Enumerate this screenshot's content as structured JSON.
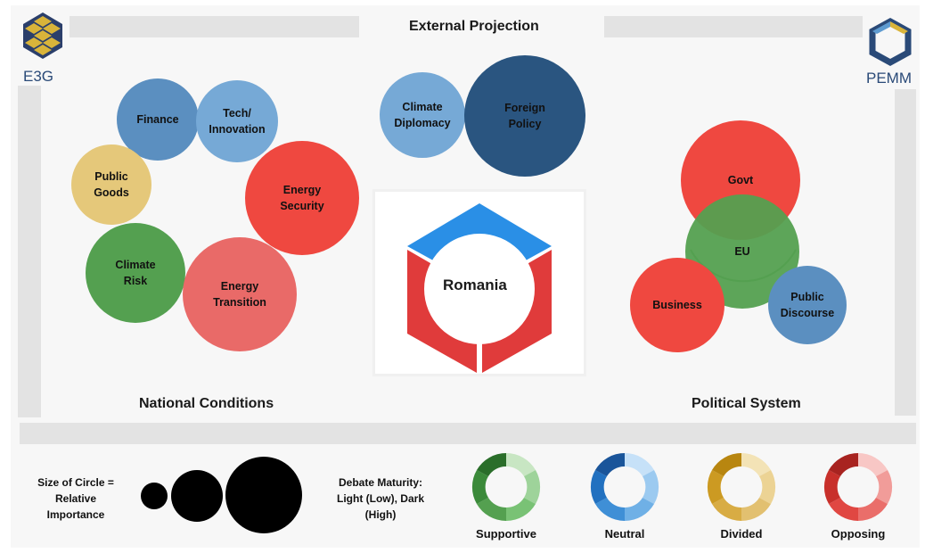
{
  "logos": {
    "left": "E3G",
    "right": "PEMM"
  },
  "sections": {
    "top": "External Projection",
    "left": "National Conditions",
    "right": "Political System",
    "center": "Romania"
  },
  "circles": {
    "finance": "Finance",
    "tech_line1": "Tech/",
    "tech_line2": "Innovation",
    "public_goods_line1": "Public",
    "public_goods_line2": "Goods",
    "energy_security_line1": "Energy",
    "energy_security_line2": "Security",
    "climate_risk_line1": "Climate",
    "climate_risk_line2": "Risk",
    "energy_transition_line1": "Energy",
    "energy_transition_line2": "Transition",
    "climate_diplomacy_line1": "Climate",
    "climate_diplomacy_line2": "Diplomacy",
    "foreign_policy_line1": "Foreign",
    "foreign_policy_line2": "Policy",
    "govt": "Govt",
    "eu": "EU",
    "business": "Business",
    "public_discourse_line1": "Public",
    "public_discourse_line2": "Discourse"
  },
  "legend": {
    "size_line1": "Size of Circle =",
    "size_line2": "Relative",
    "size_line3": "Importance",
    "maturity_line1": "Debate Maturity:",
    "maturity_line2": "Light (Low), Dark",
    "maturity_line3": "(High)",
    "supportive": "Supportive",
    "neutral": "Neutral",
    "divided": "Divided",
    "opposing": "Opposing"
  },
  "colors": {
    "supportive": "#5aa05a",
    "neutral": "#5e9bd0",
    "divided": "#e2c57a",
    "opposing": "#e54b45",
    "foreign_policy": "#2a5580",
    "romania_blue": "#2a8fe6",
    "romania_red": "#e03b3b"
  }
}
